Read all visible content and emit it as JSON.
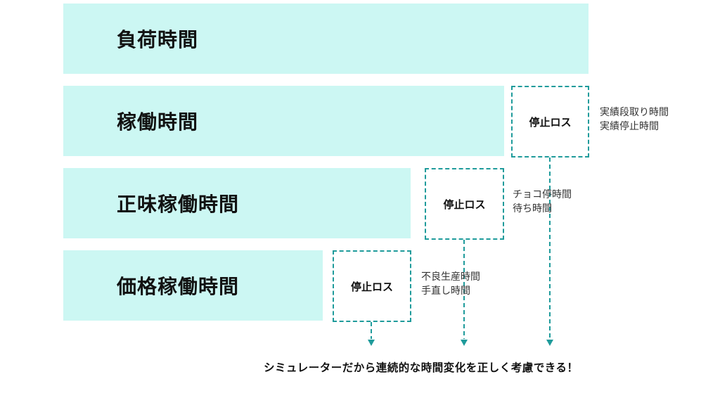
{
  "bars": [
    {
      "label": "負荷時間"
    },
    {
      "label": "稼働時間"
    },
    {
      "label": "正味稼働時間"
    },
    {
      "label": "価格稼働時間"
    }
  ],
  "losses": [
    {
      "label": "停止ロス",
      "notes": [
        "実績段取り時間",
        "実績停止時間"
      ]
    },
    {
      "label": "停止ロス",
      "notes": [
        "チョコ停時間",
        "待ち時間"
      ]
    },
    {
      "label": "停止ロス",
      "notes": [
        "不良生産時間",
        "手直し時間"
      ]
    }
  ],
  "footer": "シミュレーターだから連続的な時間変化を正しく考慮できる！",
  "colors": {
    "bar_fill": "#ccf7f3",
    "dash": "#1f9b9b"
  }
}
